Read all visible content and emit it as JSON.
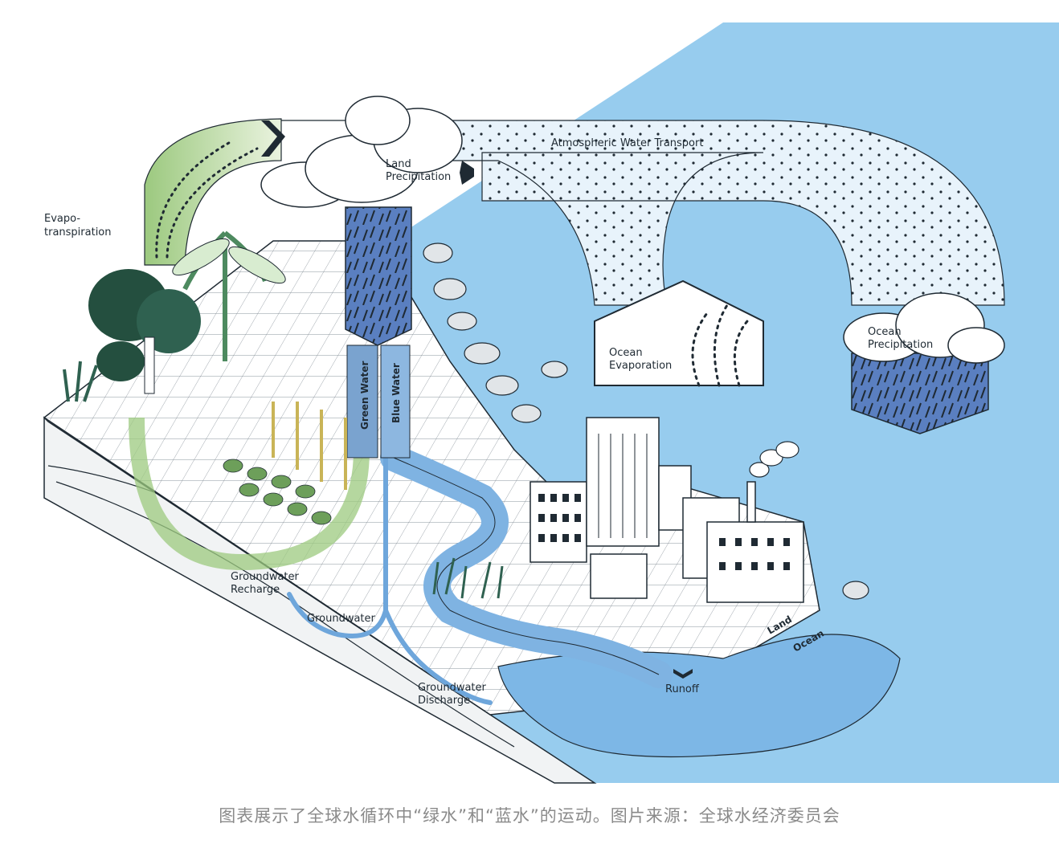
{
  "labels": {
    "land_precipitation": [
      "Land",
      "Precipitation"
    ],
    "atmospheric_transport": "Atmospheric Water Transport",
    "evapotranspiration": [
      "Evapo-",
      "transpiration"
    ],
    "ocean_evaporation": [
      "Ocean",
      "Evaporation"
    ],
    "ocean_precipitation": [
      "Ocean",
      "Precipitation"
    ],
    "green_water": "Green Water",
    "blue_water": "Blue Water",
    "groundwater_recharge": [
      "Groundwater",
      "Recharge"
    ],
    "groundwater": "Groundwater",
    "groundwater_discharge": [
      "Groundwater",
      "Discharge"
    ],
    "runoff": "Runoff",
    "land": "Land",
    "ocean": "Ocean"
  },
  "caption": "图表展示了全球水循环中“绿水”和“蓝水”的运动。图片来源：全球水经济委员会",
  "colors": {
    "ocean": "#97ccee",
    "pale_blue": "#e6f2fb",
    "blue_column": "#4f74b8",
    "green": "#9cc97f",
    "dark_tree": "#244f3f",
    "outline": "#1f2a33"
  }
}
